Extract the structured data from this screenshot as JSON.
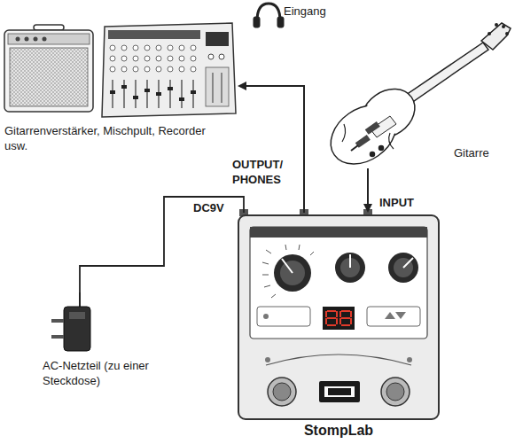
{
  "diagram": {
    "nodes": [
      {
        "text": [
          "Eingang",
          "Gitarrenverstärker, Mischpult, Recorder usw."
        ]
      },
      {
        "text": [
          "Gitarre"
        ]
      },
      {
        "text": [
          "StompLab"
        ]
      },
      {
        "text": [
          "AC-Netzteil (zu einer Steckdose)"
        ]
      }
    ],
    "edges": [
      {
        "from": 2,
        "to": 0,
        "label": "OUTPUT/ PHONES",
        "arrow": "to"
      },
      {
        "from": 1,
        "to": 2,
        "label": "INPUT",
        "arrow": "to"
      },
      {
        "from": 3,
        "to": 2,
        "label": "DC9V",
        "arrow": "none"
      }
    ]
  }
}
